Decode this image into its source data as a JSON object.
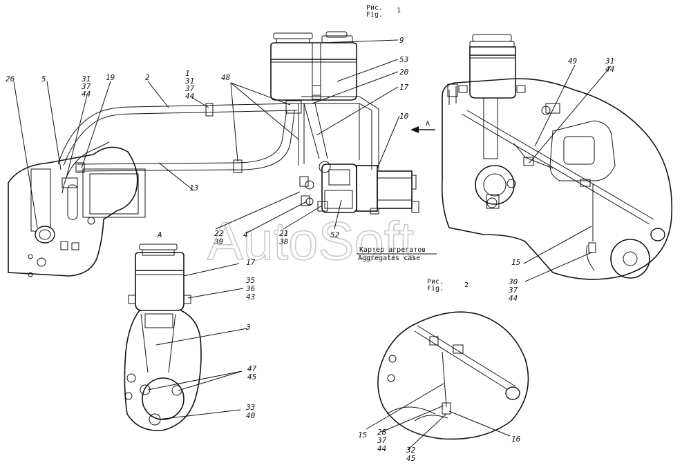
{
  "watermark": "AutoSoft",
  "fig1": {
    "ru": "Рис.",
    "en": "Fig.",
    "num": "1"
  },
  "fig2": {
    "ru": "Рис.",
    "en": "Fig.",
    "num": "2"
  },
  "view_a": {
    "arrow_label": "A",
    "section_label": "A"
  },
  "case": {
    "ru": "Картер агрегатов",
    "en": "Aggregates case"
  },
  "callouts": {
    "c26": "26",
    "c5": "5",
    "c31a": "31",
    "c37a": "37",
    "c44a": "44",
    "c19": "19",
    "c2": "2",
    "c1": "1",
    "c31b": "31",
    "c37b": "37",
    "c44b": "44",
    "c48": "48",
    "c9": "9",
    "c53": "53",
    "c20": "20",
    "c17a": "17",
    "c10": "10",
    "c13": "13",
    "c22": "22",
    "c39": "39",
    "c4": "4",
    "c21": "21",
    "c38": "38",
    "c52": "52",
    "c49": "49",
    "c31c": "31",
    "c44c": "44",
    "c15a": "15",
    "c30": "30",
    "c37c": "37",
    "c44d": "44",
    "c17b": "17",
    "c35": "35",
    "c36": "36",
    "c43": "43",
    "c3": "3",
    "c47": "47",
    "c45a": "45",
    "c33": "33",
    "c40": "40",
    "c15b": "15",
    "c28": "28",
    "c37d": "37",
    "c44e": "44",
    "c16": "16",
    "c32": "32",
    "c45b": "45"
  }
}
